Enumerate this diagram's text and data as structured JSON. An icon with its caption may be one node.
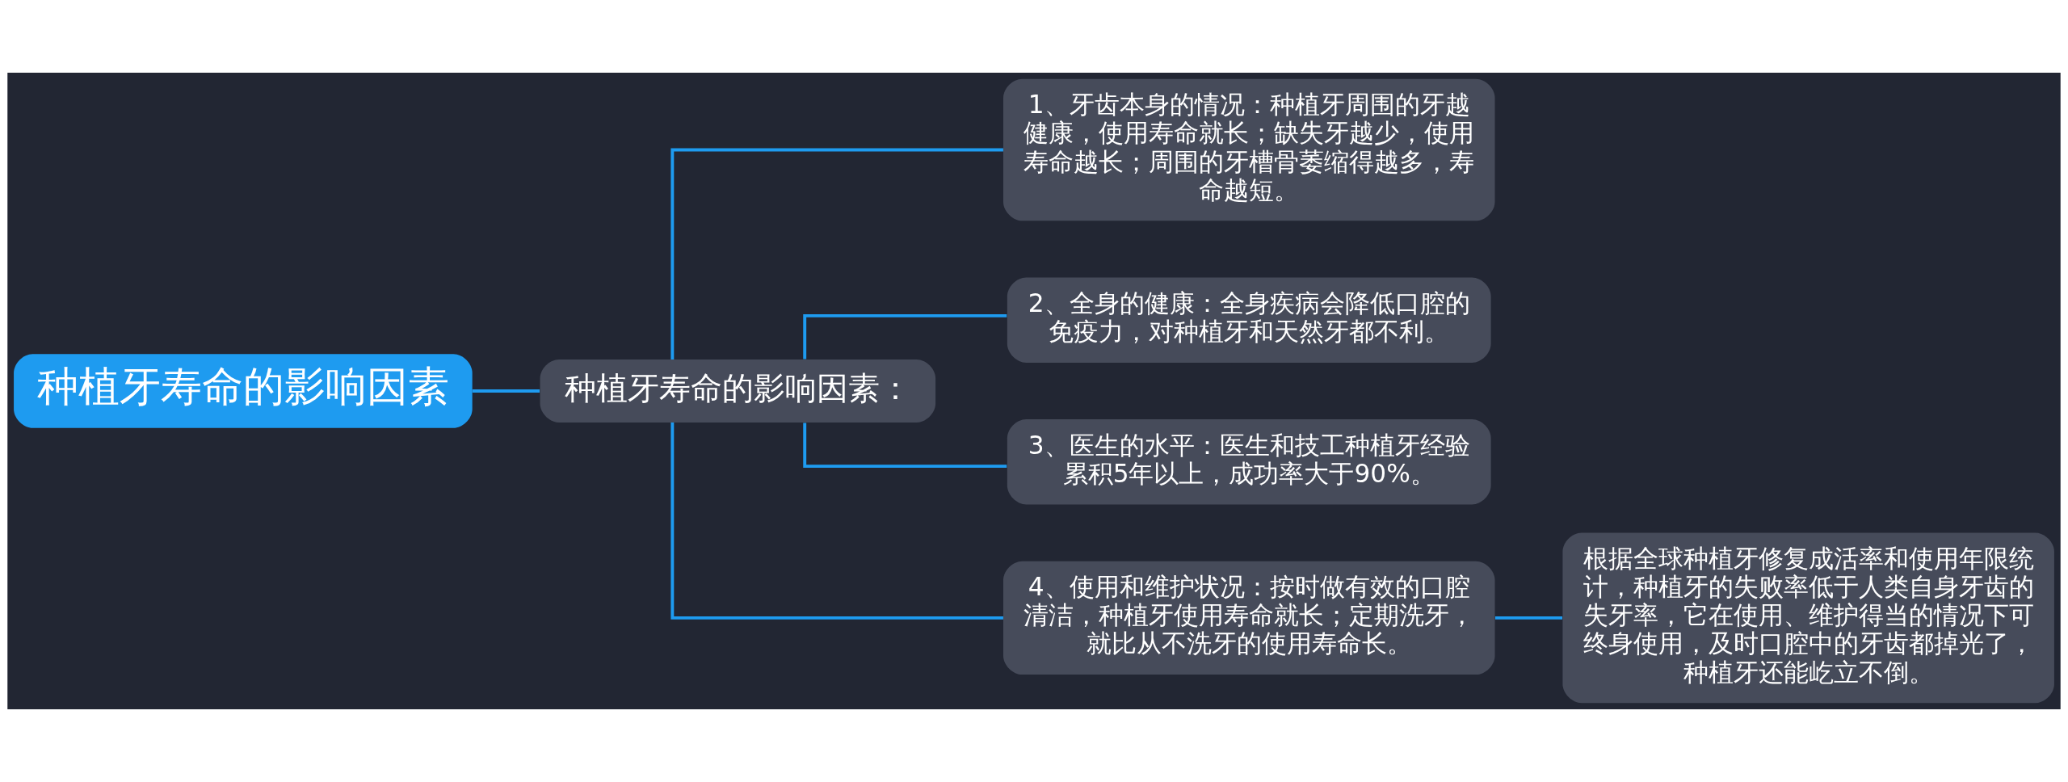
{
  "diagram": {
    "nodes": [
      {
        "text": [
          "种植牙寿命的影响因素"
        ]
      },
      {
        "text": [
          "种植牙寿命的影响因素："
        ]
      },
      {
        "text": [
          "1、牙齿本身的情况：种植牙周围的牙越健康，使用寿命就长；缺失牙越少，使用寿命越长；周围的牙槽骨萎缩得越多，寿命越短。"
        ]
      },
      {
        "text": [
          "2、全身的健康：全身疾病会降低口腔的免疫力，对种植牙和天然牙都不利。"
        ]
      },
      {
        "text": [
          "3、医生的水平：医生和技工种植牙经验累积5年以上，成功率大于90%。"
        ]
      },
      {
        "text": [
          "4、使用和维护状况：按时做有效的口腔清洁，种植牙使用寿命就长；定期洗牙，就比从不洗牙的使用寿命长。"
        ]
      },
      {
        "text": [
          "根据全球种植牙修复成活率和使用年限统计，种植牙的失败率低于人类自身牙齿的失牙率，它在使用、维护得当的情况下可终身使用，及时口腔中的牙齿都掉光了，种植牙还能屹立不倒。"
        ]
      }
    ],
    "edges": [
      {
        "from": 0,
        "to": 1,
        "arrow": "none"
      },
      {
        "from": 1,
        "to": 2,
        "arrow": "none"
      },
      {
        "from": 1,
        "to": 3,
        "arrow": "none"
      },
      {
        "from": 1,
        "to": 4,
        "arrow": "none"
      },
      {
        "from": 1,
        "to": 5,
        "arrow": "none"
      },
      {
        "from": 5,
        "to": 6,
        "arrow": "none"
      }
    ]
  }
}
